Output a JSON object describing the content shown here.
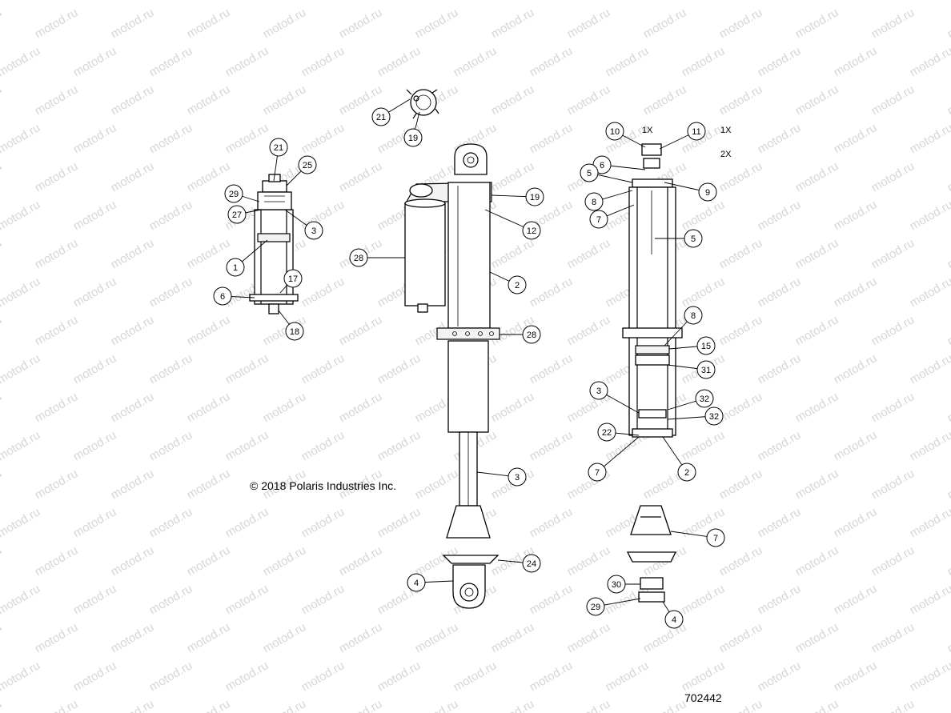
{
  "watermark": {
    "text": "motod.ru"
  },
  "copyright": "© 2018 Polaris Industries Inc.",
  "diagram_id": "702442",
  "quantities": [
    "1X",
    "2X"
  ],
  "callouts": [
    "21",
    "19",
    "21",
    "25",
    "29",
    "27",
    "3",
    "1",
    "6",
    "17",
    "18",
    "28",
    "19",
    "12",
    "2",
    "28",
    "3",
    "24",
    "4",
    "10",
    "11",
    "6",
    "5",
    "9",
    "8",
    "7",
    "5",
    "8",
    "15",
    "31",
    "3",
    "32",
    "32",
    "22",
    "7",
    "2",
    "7",
    "30",
    "29",
    "4",
    "10"
  ]
}
